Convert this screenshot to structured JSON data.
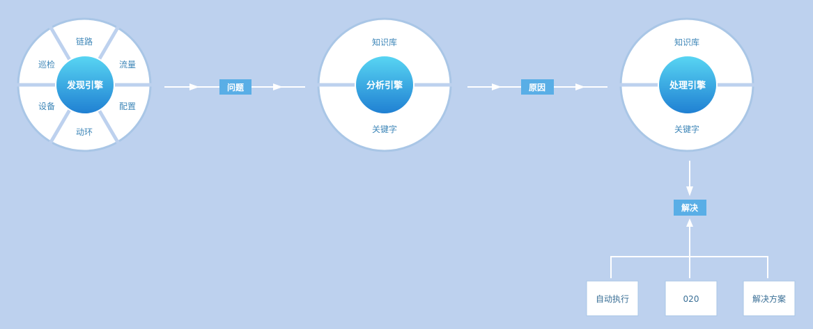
{
  "colors": {
    "background": "#bdd1ee",
    "ring_fill": "#ffffff",
    "ring_border": "#a9c6e6",
    "divider": "#bdd1ee",
    "hub_top": "#59d6f3",
    "hub_bottom": "#1f7fd2",
    "tag_fill": "#59aee6",
    "connector": "#ffffff",
    "segment_text": "#3f87b8",
    "box_border": "#a9c6e6"
  },
  "engines": {
    "discover": {
      "label": "发现引擎",
      "segments": [
        "链路",
        "流量",
        "配置",
        "动环",
        "设备",
        "巡检"
      ]
    },
    "analyze": {
      "label": "分析引擎",
      "top": "知识库",
      "bottom": "关键字"
    },
    "process": {
      "label": "处理引擎",
      "top": "知识库",
      "bottom": "关键字"
    }
  },
  "tags": {
    "problem": "问题",
    "cause": "原因",
    "resolve": "解决"
  },
  "solutions": [
    "自动执行",
    "020",
    "解决方案"
  ],
  "icons": {
    "arrow": "arrow-right-icon",
    "arrow_down": "arrow-down-icon",
    "arrow_up": "arrow-up-icon"
  }
}
